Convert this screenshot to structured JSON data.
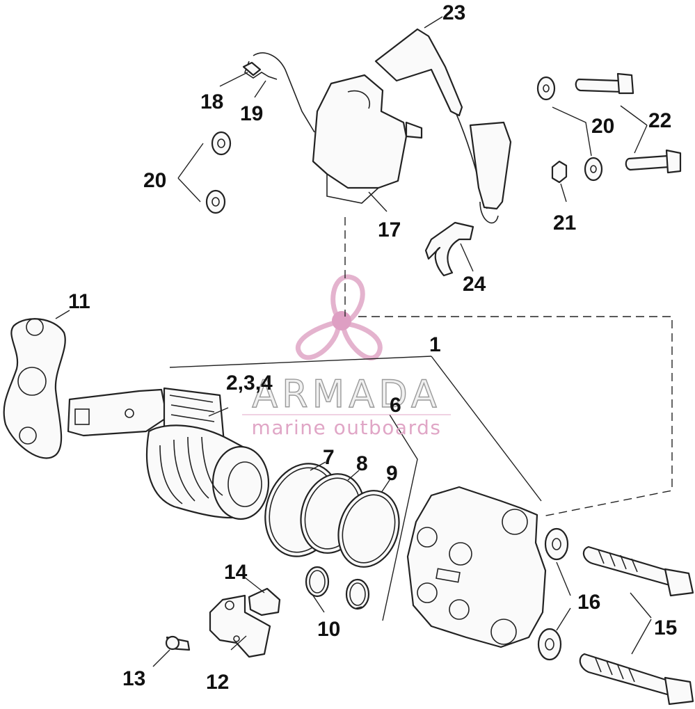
{
  "callouts": {
    "c1": "1",
    "c234": "2,3,4",
    "c6": "6",
    "c7": "7",
    "c8": "8",
    "c9": "9",
    "c10": "10",
    "c11": "11",
    "c12": "12",
    "c13": "13",
    "c14": "14",
    "c15": "15",
    "c16": "16",
    "c17": "17",
    "c18": "18",
    "c19": "19",
    "c20a": "20",
    "c20b": "20",
    "c21": "21",
    "c22": "22",
    "c23": "23",
    "c24": "24"
  },
  "watermark": {
    "brand": "ARMADA",
    "tagline": "marine outboards",
    "logo_icon": "propeller-logo-icon",
    "colors": {
      "pink": "#e0a6c6",
      "pink_dark": "#d98fb9",
      "gray": "#9a9a9a"
    }
  }
}
